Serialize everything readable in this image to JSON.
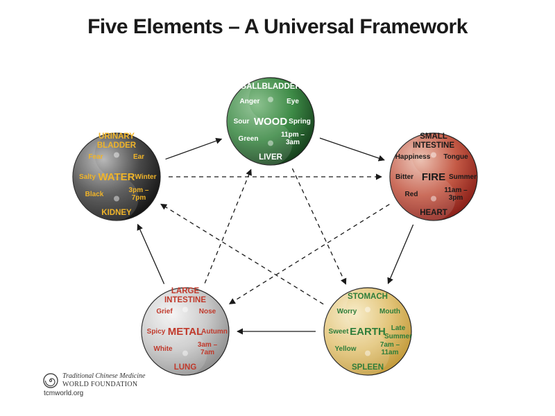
{
  "title": "Five Elements – A Universal Framework",
  "elements": [
    {
      "key": "wood",
      "name": "WOOD",
      "organ_top": [
        "GALLBLADDER"
      ],
      "emotion": "Anger",
      "sense": "Eye",
      "taste": "Sour",
      "season": "Spring",
      "color": "Green",
      "time": [
        "11pm –",
        "3am"
      ],
      "organ_bottom": "LIVER",
      "ball_color": "#3d8a46",
      "ball_light": "#8cc18f",
      "ball_dark": "#163f1c",
      "text_color": "#ffffff"
    },
    {
      "key": "fire",
      "name": "FIRE",
      "organ_top": [
        "SMALL",
        "INTESTINE"
      ],
      "emotion": "Happiness",
      "sense": "Tongue",
      "taste": "Bitter",
      "season": "Summer",
      "color": "Red",
      "time": [
        "11am –",
        "3pm"
      ],
      "organ_bottom": "HEART",
      "ball_color": "#c45a46",
      "ball_light": "#ecc3b4",
      "ball_dark": "#8a1f18",
      "text_color": "#1a1a1a"
    },
    {
      "key": "earth",
      "name": "EARTH",
      "organ_top": [
        "STOMACH"
      ],
      "emotion": "Worry",
      "sense": "Mouth",
      "taste": "Sweet",
      "season": "Late Summer",
      "color": "Yellow",
      "time": [
        "7am –",
        "11am"
      ],
      "organ_bottom": "SPLEEN",
      "ball_color": "#e3c57a",
      "ball_light": "#f7ecc9",
      "ball_dark": "#c29a3a",
      "text_color": "#2e7d3a"
    },
    {
      "key": "metal",
      "name": "METAL",
      "organ_top": [
        "LARGE",
        "INTESTINE"
      ],
      "emotion": "Grief",
      "sense": "Nose",
      "taste": "Spicy",
      "season": "Autumn",
      "color": "White",
      "time": [
        "3am –",
        "7am"
      ],
      "organ_bottom": "LUNG",
      "ball_color": "#c9c9c9",
      "ball_light": "#f5f5f5",
      "ball_dark": "#8e8e8e",
      "text_color": "#c0392b"
    },
    {
      "key": "water",
      "name": "WATER",
      "organ_top": [
        "URINARY",
        "BLADDER"
      ],
      "emotion": "Fear",
      "sense": "Ear",
      "taste": "Salty",
      "season": "Winter",
      "color": "Black",
      "time": [
        "3pm –",
        "7pm"
      ],
      "organ_bottom": "KIDNEY",
      "ball_color": "#4a4a4a",
      "ball_light": "#b9b9b9",
      "ball_dark": "#141414",
      "text_color": "#f0b429"
    }
  ],
  "logo": {
    "line1": "Traditional Chinese Medicine",
    "line2": "WORLD FOUNDATION",
    "url": "tcmworld.org"
  }
}
